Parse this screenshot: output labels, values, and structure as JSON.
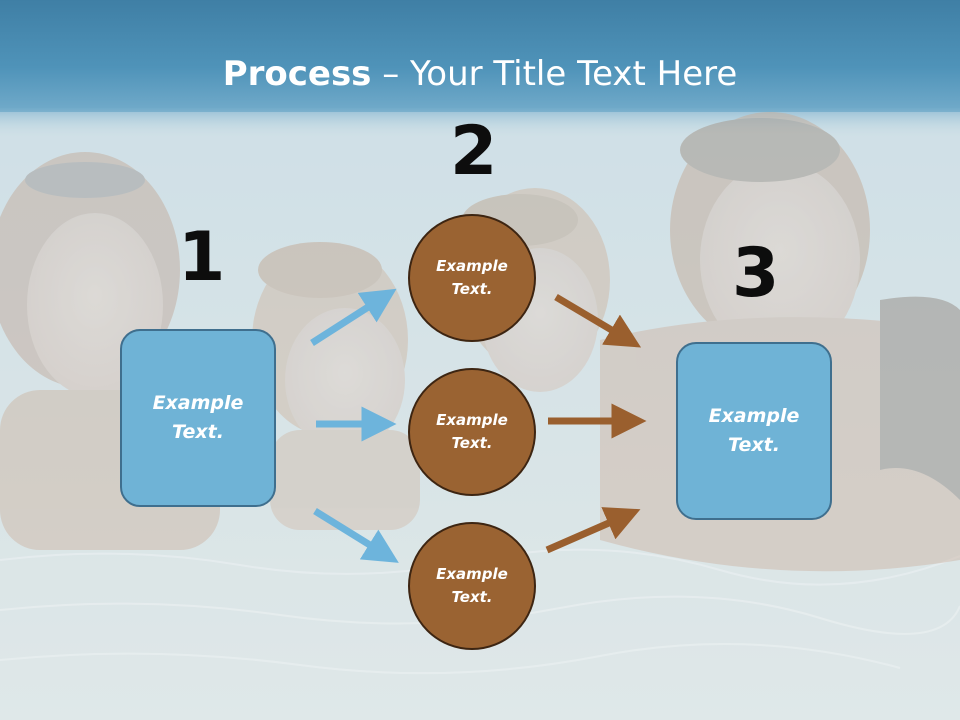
{
  "title": {
    "bold": "Process",
    "rest": " – Your Title Text Here"
  },
  "steps": [
    {
      "number": "1",
      "label": "Example Text."
    },
    {
      "number": "2",
      "labels": [
        "Example Text.",
        "Example Text.",
        "Example Text."
      ]
    },
    {
      "number": "3",
      "label": "Example Text."
    }
  ],
  "colors": {
    "box_fill": "#6fb3d6",
    "circle_fill": "#9a6332",
    "arrow_blue": "#6db4dc",
    "arrow_brown": "#9a5f2e"
  }
}
